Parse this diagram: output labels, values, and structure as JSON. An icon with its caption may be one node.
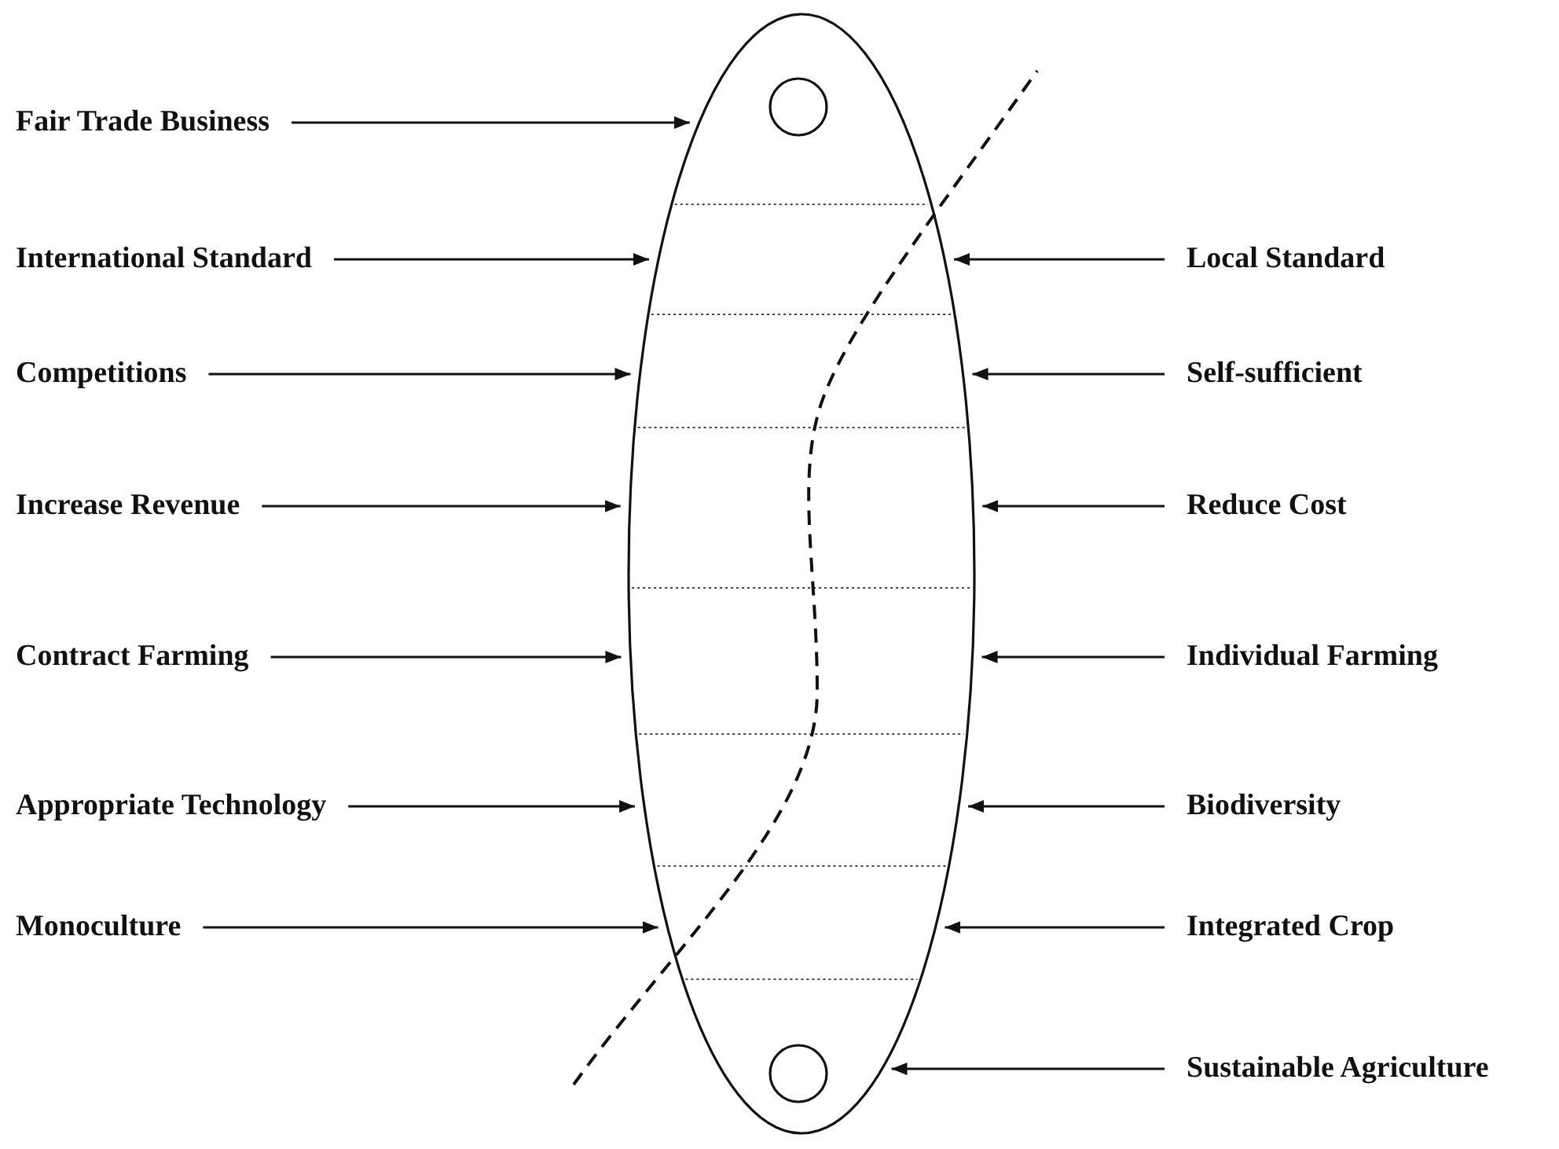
{
  "diagram": {
    "nodes": [
      {
        "text": [],
        "shape": "ellipse"
      },
      {
        "text": [],
        "shape": "circle",
        "in": 0
      },
      {
        "text": [],
        "shape": "circle",
        "in": 0
      },
      {
        "text": [
          "Fair Trade Business"
        ]
      },
      {
        "text": [
          "International Standard"
        ]
      },
      {
        "text": [
          "Local  Standard"
        ]
      },
      {
        "text": [
          "Competitions"
        ]
      },
      {
        "text": [
          "Self-sufficient"
        ]
      },
      {
        "text": [
          "Increase Revenue"
        ]
      },
      {
        "text": [
          "Reduce Cost"
        ]
      },
      {
        "text": [
          "Contract  Farming"
        ]
      },
      {
        "text": [
          "Individual Farming"
        ]
      },
      {
        "text": [
          "Appropriate Technology"
        ]
      },
      {
        "text": [
          "Biodiversity"
        ]
      },
      {
        "text": [
          "Monoculture"
        ]
      },
      {
        "text": [
          "Integrated Crop"
        ]
      },
      {
        "text": [
          "Sustainable Agriculture"
        ]
      }
    ],
    "edges": [
      {
        "from": 3,
        "to": 0,
        "arrow": "to"
      },
      {
        "from": 4,
        "to": 0,
        "arrow": "to"
      },
      {
        "from": 5,
        "to": 0,
        "arrow": "to"
      },
      {
        "from": 6,
        "to": 0,
        "arrow": "to"
      },
      {
        "from": 7,
        "to": 0,
        "arrow": "to"
      },
      {
        "from": 8,
        "to": 0,
        "arrow": "to"
      },
      {
        "from": 9,
        "to": 0,
        "arrow": "to"
      },
      {
        "from": 10,
        "to": 0,
        "arrow": "to"
      },
      {
        "from": 11,
        "to": 0,
        "arrow": "to"
      },
      {
        "from": 12,
        "to": 0,
        "arrow": "to"
      },
      {
        "from": 13,
        "to": 0,
        "arrow": "to"
      },
      {
        "from": 14,
        "to": 0,
        "arrow": "to"
      },
      {
        "from": 15,
        "to": 0,
        "arrow": "to"
      },
      {
        "from": 16,
        "to": 0,
        "arrow": "to"
      }
    ]
  }
}
